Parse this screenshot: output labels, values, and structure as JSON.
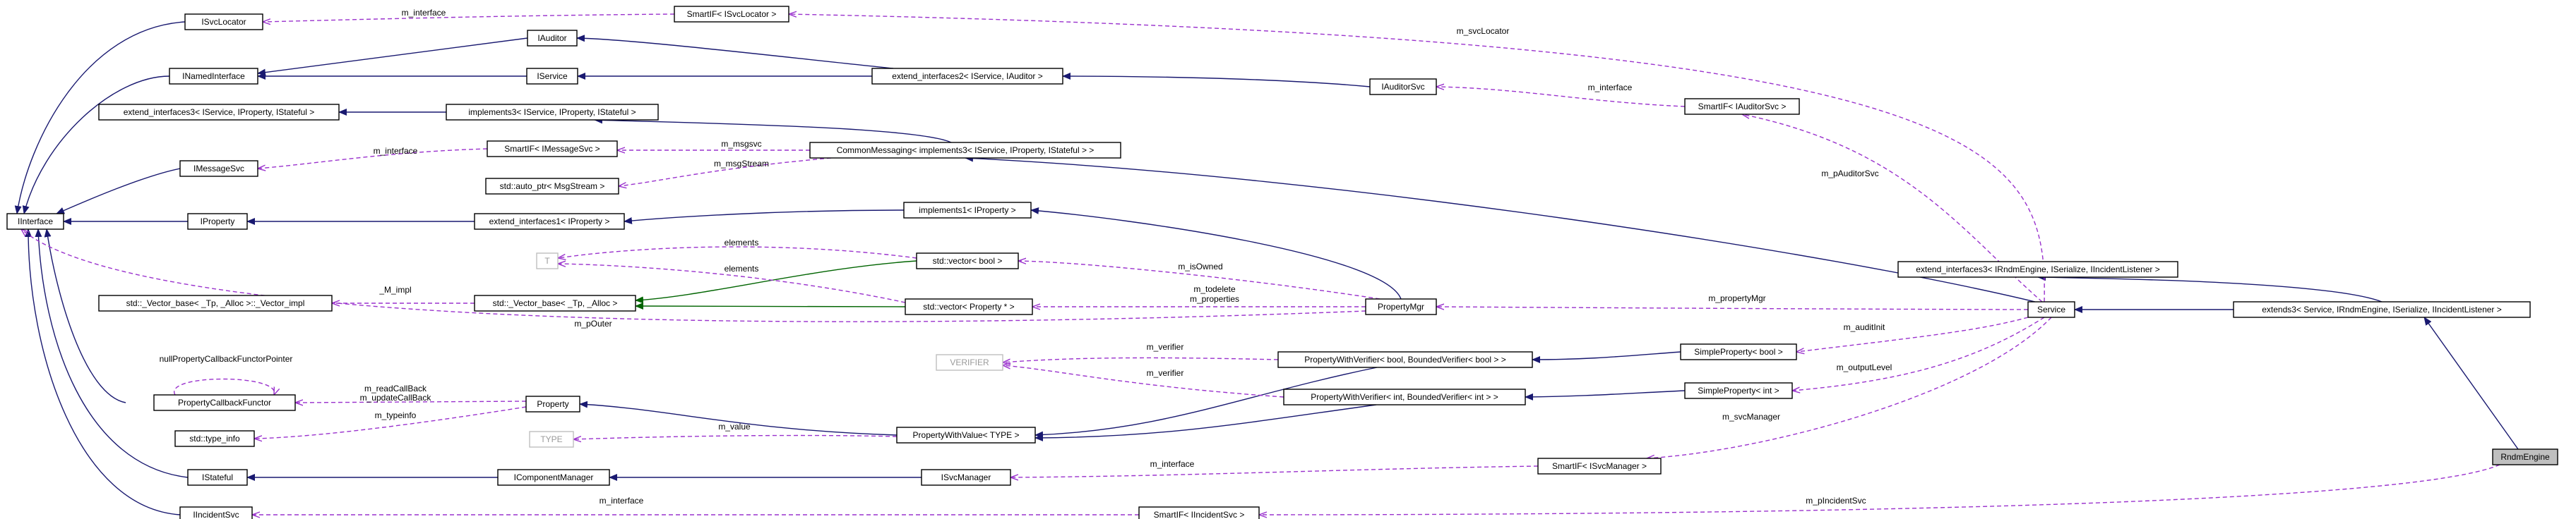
{
  "palette": {
    "inherit": "#191970",
    "usage": "#9a32cd",
    "template": "#006400"
  },
  "nodes": [
    {
      "id": "ISvcLocator",
      "label": "ISvcLocator"
    },
    {
      "id": "SmartIF_ISvcLocator",
      "label": "SmartIF< ISvcLocator >"
    },
    {
      "id": "IAuditor",
      "label": "IAuditor"
    },
    {
      "id": "INamedInterface",
      "label": "INamedInterface"
    },
    {
      "id": "IService",
      "label": "IService"
    },
    {
      "id": "extend_interfaces2",
      "label": "extend_interfaces2< IService, IAuditor >"
    },
    {
      "id": "IAuditorSvc",
      "label": "IAuditorSvc"
    },
    {
      "id": "extend_interfaces3",
      "label": "extend_interfaces3< IService, IProperty, IStateful >"
    },
    {
      "id": "implements3",
      "label": "implements3< IService, IProperty, IStateful >"
    },
    {
      "id": "SmartIF_IAuditorSvc",
      "label": "SmartIF< IAuditorSvc >"
    },
    {
      "id": "IMessageSvc",
      "label": "IMessageSvc"
    },
    {
      "id": "SmartIF_IMessageSvc",
      "label": "SmartIF< IMessageSvc >"
    },
    {
      "id": "CommonMessaging",
      "label": "CommonMessaging< implements3< IService, IProperty, IStateful > >"
    },
    {
      "id": "auto_ptr",
      "label": "std::auto_ptr< MsgStream >"
    },
    {
      "id": "IInterface",
      "label": "IInterface"
    },
    {
      "id": "IProperty",
      "label": "IProperty"
    },
    {
      "id": "extend_interfaces1",
      "label": "extend_interfaces1< IProperty >"
    },
    {
      "id": "implements1",
      "label": "implements1< IProperty >"
    },
    {
      "id": "T",
      "label": "T",
      "grey": true
    },
    {
      "id": "vector_bool",
      "label": "std::vector< bool >"
    },
    {
      "id": "vector_impl",
      "label": "std::_Vector_base< _Tp, _Alloc >::_Vector_impl"
    },
    {
      "id": "vector_base",
      "label": "std::_Vector_base< _Tp, _Alloc >"
    },
    {
      "id": "vector_prop",
      "label": "std::vector< Property * >"
    },
    {
      "id": "PropertyMgr",
      "label": "PropertyMgr"
    },
    {
      "id": "extend_interfaces3_rndm",
      "label": "extend_interfaces3< IRndmEngine, ISerialize, IIncidentListener >"
    },
    {
      "id": "Service",
      "label": "Service"
    },
    {
      "id": "extends3",
      "label": "extends3< Service, IRndmEngine, ISerialize, IIncidentListener >"
    },
    {
      "id": "VERIFIER",
      "label": "VERIFIER",
      "grey": true
    },
    {
      "id": "PWV_bool",
      "label": "PropertyWithVerifier< bool, BoundedVerifier< bool > >"
    },
    {
      "id": "SimpleProperty_bool",
      "label": "SimpleProperty< bool >"
    },
    {
      "id": "PropertyCallbackFunctor",
      "label": "PropertyCallbackFunctor"
    },
    {
      "id": "Property",
      "label": "Property"
    },
    {
      "id": "PWV_int",
      "label": "PropertyWithVerifier< int, BoundedVerifier< int > >"
    },
    {
      "id": "SimpleProperty_int",
      "label": "SimpleProperty< int >"
    },
    {
      "id": "type_info",
      "label": "std::type_info"
    },
    {
      "id": "TYPE",
      "label": "TYPE",
      "grey": true
    },
    {
      "id": "PropertyWithValue",
      "label": "PropertyWithValue< TYPE >"
    },
    {
      "id": "IStateful",
      "label": "IStateful"
    },
    {
      "id": "IComponentManager",
      "label": "IComponentManager"
    },
    {
      "id": "ISvcManager",
      "label": "ISvcManager"
    },
    {
      "id": "SmartIF_ISvcManager",
      "label": "SmartIF< ISvcManager >"
    },
    {
      "id": "RndmEngine",
      "label": "RndmEngine",
      "current": true
    },
    {
      "id": "IIncidentSvc",
      "label": "IIncidentSvc"
    },
    {
      "id": "SmartIF_IIncidentSvc",
      "label": "SmartIF< IIncidentSvc >"
    }
  ],
  "edge_labels": [
    {
      "id": "l_interface_svcloc",
      "text": "m_interface"
    },
    {
      "id": "l_svcLocator",
      "text": "m_svcLocator"
    },
    {
      "id": "l_interface_auditor",
      "text": "m_interface"
    },
    {
      "id": "l_pAuditorSvc",
      "text": "m_pAuditorSvc"
    },
    {
      "id": "l_interface_msg",
      "text": "m_interface"
    },
    {
      "id": "l_msgsvc",
      "text": "m_msgsvc"
    },
    {
      "id": "l_msgStream",
      "text": "m_msgStream"
    },
    {
      "id": "l_elements1",
      "text": "elements"
    },
    {
      "id": "l_elements2",
      "text": "elements"
    },
    {
      "id": "l_isOwned",
      "text": "m_isOwned"
    },
    {
      "id": "l_impl",
      "text": "_M_impl"
    },
    {
      "id": "l_todelete",
      "text": "m_todelete"
    },
    {
      "id": "l_properties",
      "text": "m_properties"
    },
    {
      "id": "l_propertyMgr",
      "text": "m_propertyMgr"
    },
    {
      "id": "l_pOuter",
      "text": "m_pOuter"
    },
    {
      "id": "l_auditInit",
      "text": "m_auditInit"
    },
    {
      "id": "l_nullCallback",
      "text": "nullPropertyCallbackFunctorPointer"
    },
    {
      "id": "l_verifier1",
      "text": "m_verifier"
    },
    {
      "id": "l_verifier2",
      "text": "m_verifier"
    },
    {
      "id": "l_outputLevel",
      "text": "m_outputLevel"
    },
    {
      "id": "l_readCallBack",
      "text": "m_readCallBack"
    },
    {
      "id": "l_updateCallBack",
      "text": "m_updateCallBack"
    },
    {
      "id": "l_typeinfo",
      "text": "m_typeinfo"
    },
    {
      "id": "l_svcManager",
      "text": "m_svcManager"
    },
    {
      "id": "l_value",
      "text": "m_value"
    },
    {
      "id": "l_interface_svcmgr",
      "text": "m_interface"
    },
    {
      "id": "l_interface_incident",
      "text": "m_interface"
    },
    {
      "id": "l_pIncidentSvc",
      "text": "m_pIncidentSvc"
    }
  ]
}
